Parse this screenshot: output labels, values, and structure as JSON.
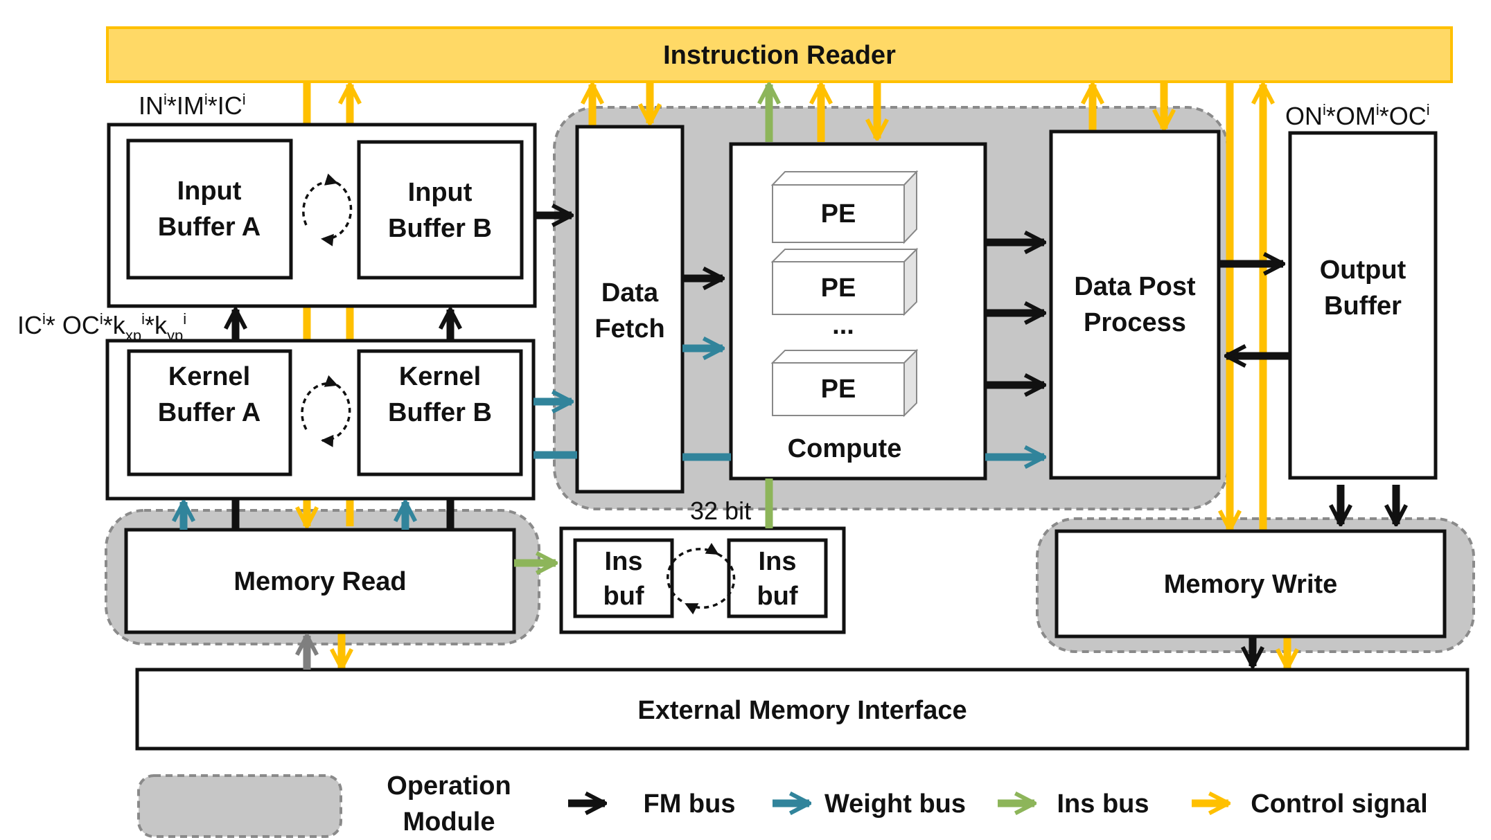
{
  "diagram": {
    "instruction_reader": "Instruction Reader",
    "input_dims": {
      "base": "IN",
      "sup1": "i",
      "mid1": "*IM",
      "sup2": "i",
      "mid2": "*IC",
      "sup3": "i"
    },
    "kernel_dims": {
      "p1": "IC",
      "s1": "i",
      "p2": "* OC",
      "s2": "i",
      "p3": "*k",
      "sub1": "xp",
      "s3": "i",
      "p4": "*k",
      "sub2": "yp",
      "s4": "i"
    },
    "output_dims": {
      "base": "ON",
      "sup1": "i",
      "mid1": "*OM",
      "sup2": "i",
      "mid2": "*OC",
      "sup3": "i"
    },
    "input_buffer_a": [
      "Input",
      "Buffer A"
    ],
    "input_buffer_b": [
      "Input",
      "Buffer B"
    ],
    "kernel_buffer_a": [
      "Kernel",
      "Buffer A"
    ],
    "kernel_buffer_b": [
      "Kernel",
      "Buffer B"
    ],
    "data_fetch": [
      "Data",
      "Fetch"
    ],
    "pe_label": "PE",
    "pe_ellipsis": "...",
    "compute": "Compute",
    "data_post_process": [
      "Data Post",
      "Process"
    ],
    "output_buffer": [
      "Output",
      "Buffer"
    ],
    "memory_read": "Memory Read",
    "ins_buf": [
      "Ins",
      "buf"
    ],
    "bit_width": "32 bit",
    "memory_write": "Memory Write",
    "external_memory_interface": "External Memory Interface"
  },
  "legend": {
    "operation_module": [
      "Operation",
      "Module"
    ],
    "fm_bus": "FM bus",
    "weight_bus": "Weight bus",
    "ins_bus": "Ins bus",
    "control_signal": "Control signal"
  },
  "colors": {
    "instruction_reader_fill": "#FFD966",
    "control": "#FFC000",
    "fm": "#111111",
    "weight": "#31849B",
    "ins": "#8DB55A",
    "external": "#7F7F7F",
    "operation_module": "#C6C6C6"
  }
}
